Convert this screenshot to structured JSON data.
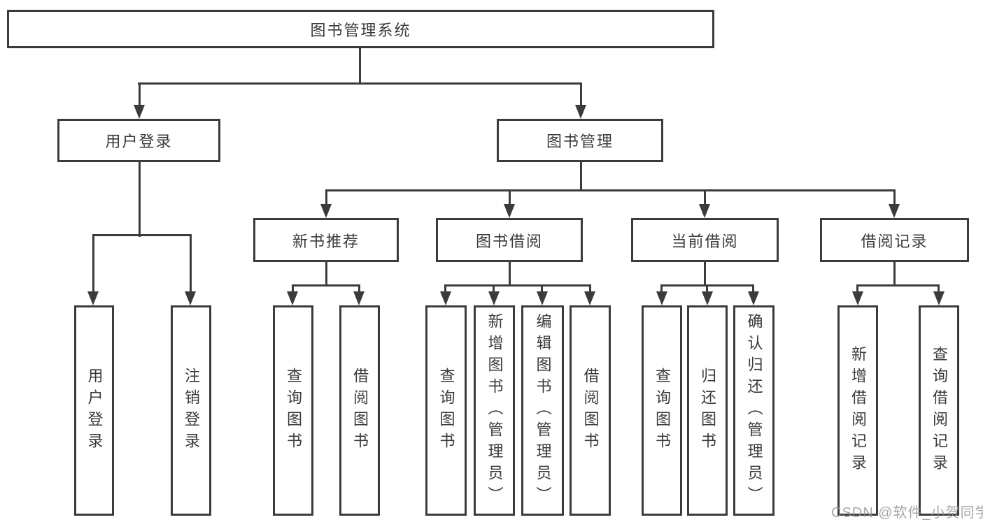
{
  "tree": {
    "root": {
      "label": "图书管理系统"
    },
    "level2": [
      {
        "label": "用户登录",
        "leaves": [
          {
            "label": "用户登录"
          },
          {
            "label": "注销登录"
          }
        ]
      },
      {
        "label": "图书管理"
      }
    ],
    "level3": [
      {
        "label": "新书推荐",
        "leaves": [
          {
            "label": "查询图书"
          },
          {
            "label": "借阅图书"
          }
        ]
      },
      {
        "label": "图书借阅",
        "leaves": [
          {
            "label": "查询图书"
          },
          {
            "label": "新增图书（管理员）"
          },
          {
            "label": "编辑图书（管理员）"
          },
          {
            "label": "借阅图书"
          }
        ]
      },
      {
        "label": "当前借阅",
        "leaves": [
          {
            "label": "查询图书"
          },
          {
            "label": "归还图书"
          },
          {
            "label": "确认归还（管理员）"
          }
        ]
      },
      {
        "label": "借阅记录",
        "leaves": [
          {
            "label": "新增借阅记录"
          },
          {
            "label": "查询借阅记录"
          }
        ]
      }
    ]
  },
  "watermark": "CSDN @软件_小贺同学",
  "colors": {
    "line": "#3b3b3b",
    "text": "#3a3a3a",
    "node_background": "#ffffff",
    "page_background": "#ffffff",
    "watermark": "#949494"
  }
}
